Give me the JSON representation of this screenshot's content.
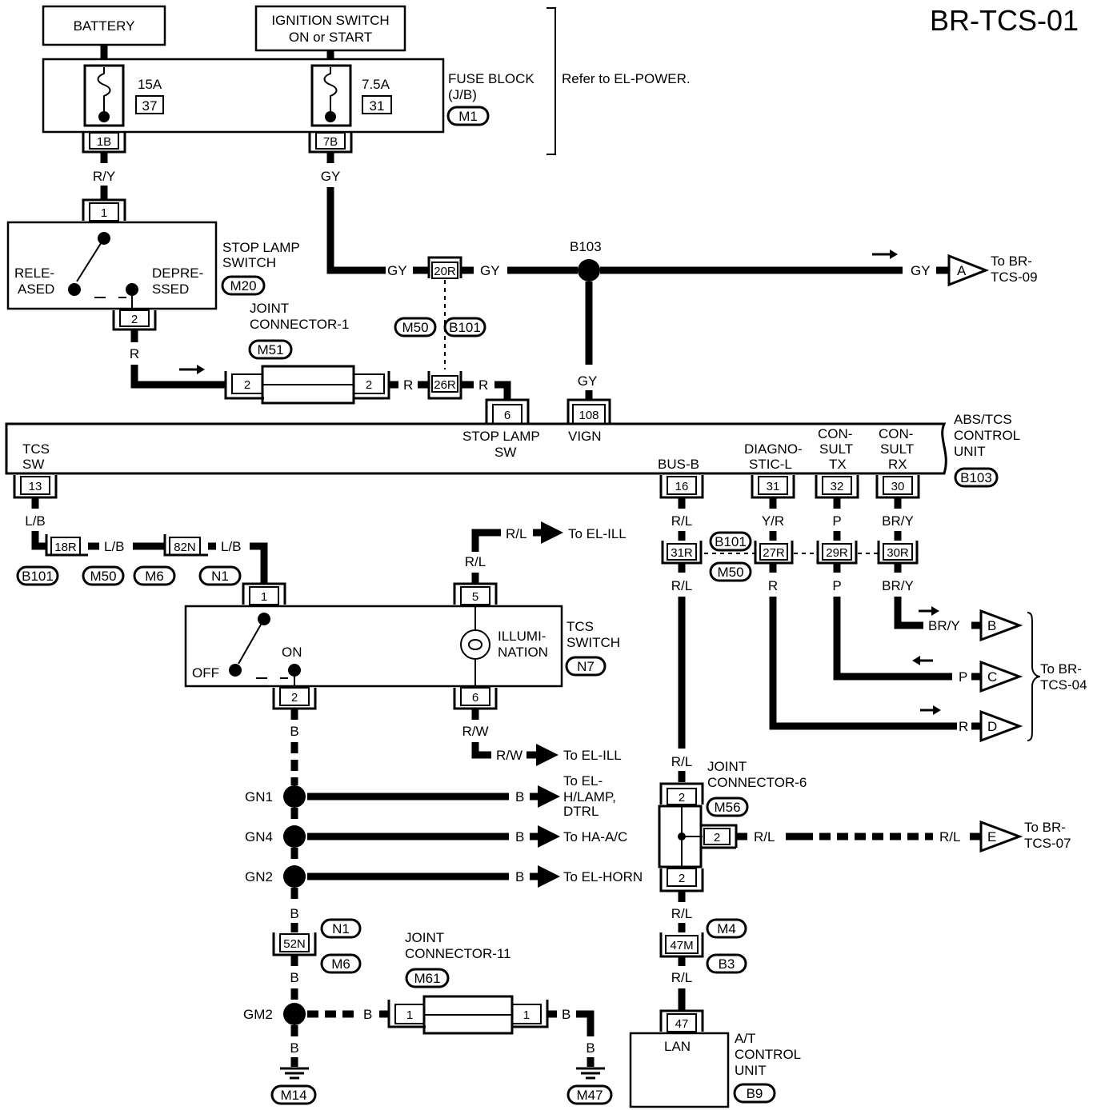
{
  "title": "BR-TCS-01",
  "top": {
    "battery": "BATTERY",
    "ignition_line1": "IGNITION SWITCH",
    "ignition_line2": "ON or START",
    "fuse1_amp": "15A",
    "fuse1_num": "37",
    "fuse2_amp": "7.5A",
    "fuse2_num": "31",
    "fuse_block_line1": "FUSE BLOCK",
    "fuse_block_line2": "(J/B)",
    "fuse_block_conn": "M1",
    "refer": "Refer to EL-POWER.",
    "conn_1b": "1B",
    "conn_7b": "7B",
    "wire_ry": "R/Y",
    "wire_gy_top": "GY"
  },
  "stop_lamp": {
    "name_line1": "STOP LAMP",
    "name_line2": "SWITCH",
    "conn": "M20",
    "released_line1": "RELE-",
    "released_line2": "ASED",
    "depressed_line1": "DEPRE-",
    "depressed_line2": "SSED",
    "pin_top": "1",
    "pin_bottom": "2",
    "wire_r": "R"
  },
  "gy_bus": {
    "gy_left": "GY",
    "conn_20r": "20R",
    "gy_mid": "GY",
    "splice": "B103",
    "gy_right": "GY",
    "to_a": "A",
    "to_line1": "To BR-",
    "to_line2": "TCS-09",
    "m50": "M50",
    "b101": "B101",
    "gy_drop": "GY"
  },
  "joint1": {
    "name_line1": "JOINT",
    "name_line2": "CONNECTOR-1",
    "conn": "M51",
    "pin_left": "2",
    "pin_right": "2",
    "wire_r1": "R",
    "conn_26r": "26R",
    "wire_r2": "R"
  },
  "abs": {
    "name_line1": "ABS/TCS",
    "name_line2": "CONTROL",
    "name_line3": "UNIT",
    "conn": "B103",
    "pin6": "6",
    "pin6_label_line1": "STOP LAMP",
    "pin6_label_line2": "SW",
    "pin108": "108",
    "pin108_label": "VIGN",
    "tcs_sw_line1": "TCS",
    "tcs_sw_line2": "SW",
    "pin13": "13",
    "busb_label": "BUS-B",
    "pin16": "16",
    "diag_line1": "DIAGNO-",
    "diag_line2": "STIC-L",
    "pin31": "31",
    "tx_line1": "CON-",
    "tx_line2": "SULT",
    "tx_line3": "TX",
    "pin32": "32",
    "rx_line1": "CON-",
    "rx_line2": "SULT",
    "rx_line3": "RX",
    "pin30": "30"
  },
  "tcs_line": {
    "wire_lb1": "L/B",
    "conn_18r": "18R",
    "wire_lb2": "L/B",
    "conn_82n": "82N",
    "wire_lb3": "L/B",
    "b101": "B101",
    "m50": "M50",
    "m6": "M6",
    "n1": "N1"
  },
  "tcs_switch": {
    "name_line1": "TCS",
    "name_line2": "SWITCH",
    "conn": "N7",
    "off": "OFF",
    "on": "ON",
    "illum_line1": "ILLUMI-",
    "illum_line2": "NATION",
    "pin1": "1",
    "pin2": "2",
    "pin5": "5",
    "pin6": "6",
    "rl_wire1": "R/L",
    "rl_wire2": "R/L",
    "to_el_ill1": "To EL-ILL",
    "rw_wire1": "R/W",
    "rw_wire2": "R/W",
    "to_el_ill2": "To EL-ILL"
  },
  "grounds": {
    "wire_b1": "B",
    "gn1": "GN1",
    "gn1_b": "B",
    "gn1_to_line1": "To EL-",
    "gn1_to_line2": "H/LAMP,",
    "gn1_to_line3": "DTRL",
    "gn4": "GN4",
    "gn4_b": "B",
    "gn4_to": "To HA-A/C",
    "gn2": "GN2",
    "gn2_b": "B",
    "gn2_to": "To EL-HORN",
    "wire_b2": "B",
    "conn_52n": "52N",
    "n1": "N1",
    "m6": "M6",
    "wire_b3": "B",
    "gm2": "GM2",
    "gm2_b": "B",
    "wire_b4": "B",
    "m14": "M14",
    "j11_line1": "JOINT",
    "j11_line2": "CONNECTOR-11",
    "j11_conn": "M61",
    "j11_pin_left": "1",
    "j11_pin_right": "1",
    "wire_b5": "B",
    "wire_b6": "B",
    "m47": "M47"
  },
  "right": {
    "rl_1": "R/L",
    "conn_31r": "31R",
    "b101": "B101",
    "m50": "M50",
    "conn_27r": "27R",
    "conn_29r": "29R",
    "conn_30r": "30R",
    "rl_2": "R/L",
    "yr": "Y/R",
    "r_below": "R",
    "p_above": "P",
    "p_below": "P",
    "bry_above": "BR/Y",
    "bry_below": "BR/Y",
    "bry_out": "BR/Y",
    "to_b": "B",
    "p_out": "P",
    "to_c": "C",
    "r_out": "R",
    "to_d": "D",
    "to04_line1": "To BR-",
    "to04_line2": "TCS-04",
    "rl_3": "R/L",
    "j6_line1": "JOINT",
    "j6_line2": "CONNECTOR-6",
    "j6_conn": "M56",
    "j6_pin_top": "2",
    "j6_pin_side": "2",
    "j6_pin_bottom": "2",
    "rl_side1": "R/L",
    "rl_side2": "R/L",
    "to_e": "E",
    "to07_line1": "To BR-",
    "to07_line2": "TCS-07",
    "rl_4": "R/L",
    "conn_47m": "47M",
    "m4": "M4",
    "b3": "B3",
    "rl_5": "R/L",
    "pin47": "47",
    "lan": "LAN",
    "at_line1": "A/T",
    "at_line2": "CONTROL",
    "at_line3": "UNIT",
    "at_conn": "B9"
  }
}
